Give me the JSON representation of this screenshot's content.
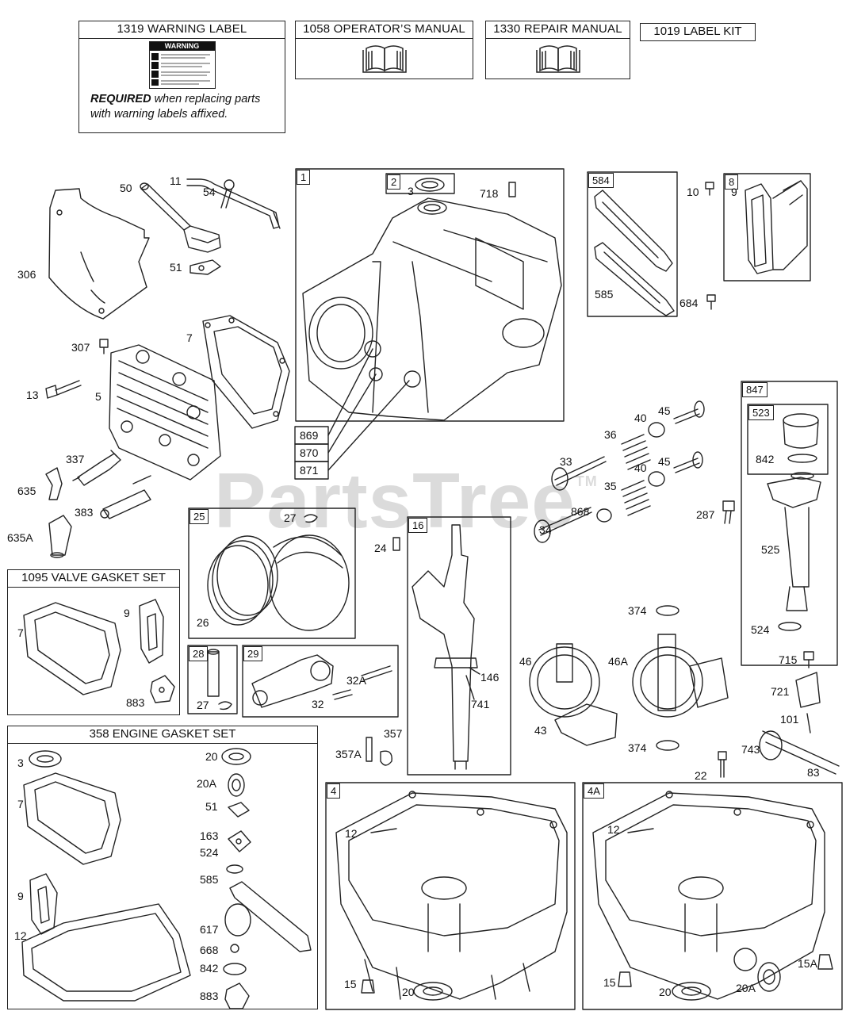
{
  "header": {
    "warning_title": "1319 WARNING LABEL",
    "warning_sticker": "WARNING",
    "warning_required": "REQUIRED",
    "warning_text": " when replacing parts",
    "warning_text2": "with warning labels affixed.",
    "operators": "1058 OPERATOR’S MANUAL",
    "repair": "1330 REPAIR MANUAL",
    "labelkit": "1019 LABEL KIT"
  },
  "watermark": "PartsTree",
  "watermark_tm": "TM",
  "kits": {
    "valve_gasket_set": "1095 VALVE GASKET SET",
    "engine_gasket_set": "358 ENGINE GASKET SET"
  },
  "boxes": [
    "1",
    "2",
    "584",
    "8",
    "847",
    "523",
    "25",
    "16",
    "28",
    "29",
    "4",
    "4A"
  ],
  "callouts": {
    "c11": "11",
    "c50": "50",
    "c54": "54",
    "c51": "51",
    "c306": "306",
    "c307": "307",
    "c7": "7",
    "c13": "13",
    "c5": "5",
    "c337": "337",
    "c635": "635",
    "c383": "383",
    "c635A": "635A",
    "c3": "3",
    "c718": "718",
    "c869": "869",
    "c870": "870",
    "c871": "871",
    "c585": "585",
    "c684": "684",
    "c10": "10",
    "c9": "9",
    "c27a": "27",
    "c24": "24",
    "c26": "26",
    "c27b": "27",
    "c32A": "32A",
    "c32": "32",
    "c146": "146",
    "c741": "741",
    "c36": "36",
    "c40a": "40",
    "c45a": "45",
    "c33": "33",
    "c40b": "40",
    "c45b": "45",
    "c35": "35",
    "c868": "868",
    "c34": "34",
    "c842": "842",
    "c287": "287",
    "c525": "525",
    "c524": "524",
    "c374a": "374",
    "c46": "46",
    "c46A": "46A",
    "c43": "43",
    "c374b": "374",
    "c715": "715",
    "c721": "721",
    "c101": "101",
    "c743": "743",
    "c83": "83",
    "c22": "22",
    "c357": "357",
    "c357A": "357A",
    "v7": "7",
    "v9": "9",
    "v883": "883",
    "g3": "3",
    "g20": "20",
    "g20A": "20A",
    "g7": "7",
    "g51": "51",
    "g163": "163",
    "g524": "524",
    "g9": "9",
    "g585": "585",
    "g12": "12",
    "g617": "617",
    "g668": "668",
    "g842": "842",
    "g883": "883",
    "s12": "12",
    "s15": "15",
    "s20": "20",
    "t12": "12",
    "t15": "15",
    "t20": "20",
    "t20A": "20A",
    "t15A": "15A"
  }
}
